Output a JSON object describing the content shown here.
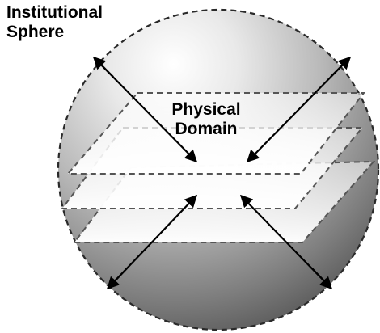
{
  "diagram": {
    "sphere_label_line1": "Institutional",
    "sphere_label_line2": "Sphere",
    "domain_label_line1": "Physical",
    "domain_label_line2": "Domain",
    "colors": {
      "outline": "#333333",
      "arrow": "#000000",
      "plane_fill": "#ffffff",
      "sphere_light": "#f2f2f2",
      "sphere_mid": "#bcbcbc",
      "sphere_dark": "#4a4a4a"
    }
  }
}
